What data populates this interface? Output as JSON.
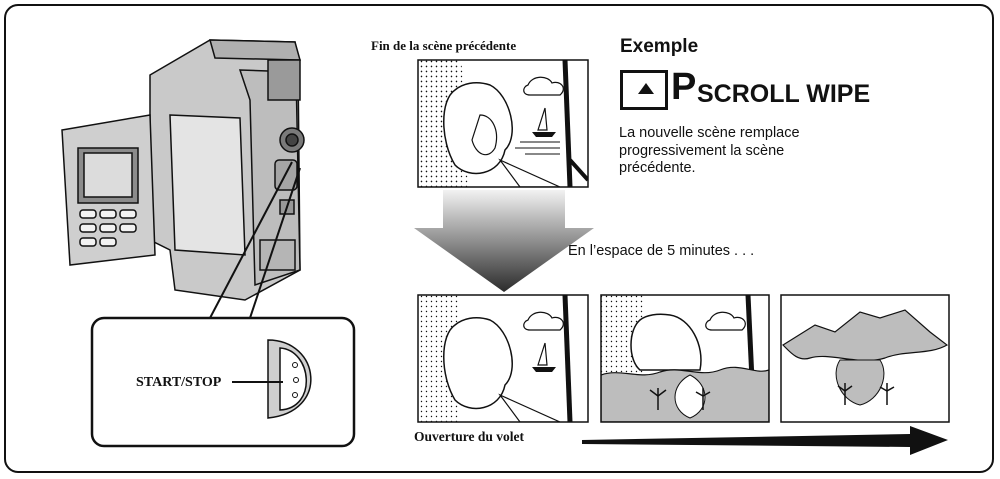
{
  "labels": {
    "previous_scene": "Fin de la scène précédente",
    "example": "Exemple",
    "effect_icon_letter": "P",
    "effect_name": "SCROLL WIPE",
    "description": "La nouvelle scène remplace progressivement la scène précédente.",
    "duration": "En l’espace de 5 minutes . . .",
    "shutter_opening": "Ouverture du volet",
    "start_stop": "START/STOP"
  },
  "icons": {
    "effect": "scroll-up-triangle-icon",
    "camera": "camcorder-illustration",
    "arrow": "gradient-down-arrow-icon",
    "progress": "right-arrow-icon"
  },
  "colors": {
    "ink": "#111111",
    "arrow_top": "#f2f2f2",
    "arrow_bottom": "#2b2b2b",
    "camera_body": "#c9c9c9"
  }
}
